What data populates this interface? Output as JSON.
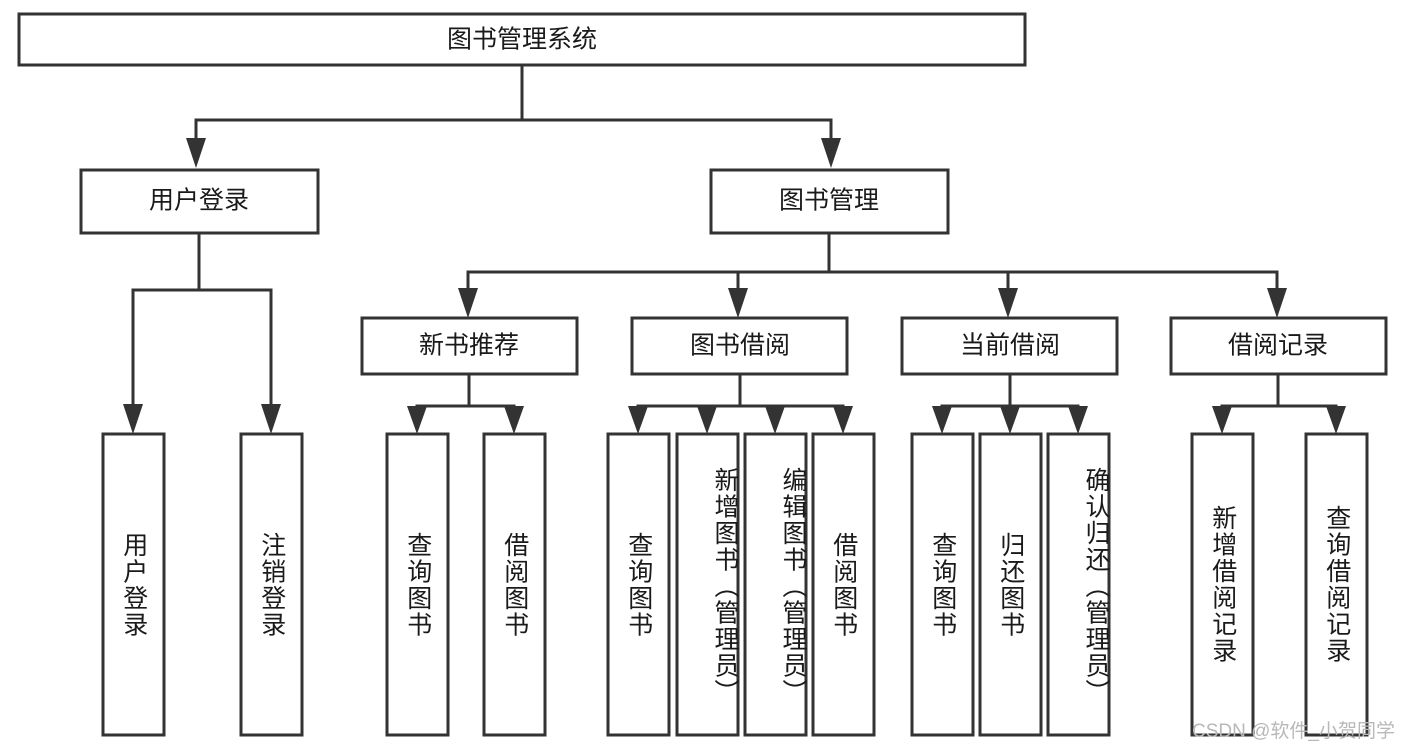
{
  "diagram": {
    "type": "tree-hierarchy",
    "title": "图书管理系统",
    "watermark": "CSDN @软件_小贺同学",
    "colors": {
      "background": "#ffffff",
      "box_stroke": "#333333",
      "box_fill": "#ffffff",
      "text": "#1a1a1a",
      "watermark_text": "#b8b8b8"
    },
    "root": {
      "label": "图书管理系统",
      "orientation": "horizontal"
    },
    "level2": [
      {
        "id": "user-login",
        "label": "用户登录",
        "orientation": "horizontal"
      },
      {
        "id": "book-manage",
        "label": "图书管理",
        "orientation": "horizontal"
      }
    ],
    "level3": [
      {
        "id": "new-book-recommend",
        "label": "新书推荐",
        "orientation": "horizontal",
        "parent": "book-manage"
      },
      {
        "id": "book-borrow",
        "label": "图书借阅",
        "orientation": "horizontal",
        "parent": "book-manage"
      },
      {
        "id": "current-borrow",
        "label": "当前借阅",
        "orientation": "horizontal",
        "parent": "book-manage"
      },
      {
        "id": "borrow-record",
        "label": "借阅记录",
        "orientation": "horizontal",
        "parent": "book-manage"
      }
    ],
    "leaves": [
      {
        "id": "leaf-user-login",
        "label": "用户登录",
        "orientation": "vertical",
        "parent": "user-login"
      },
      {
        "id": "leaf-user-logout",
        "label": "注销登录",
        "orientation": "vertical",
        "parent": "user-login"
      },
      {
        "id": "leaf-query-book-1",
        "label": "查询图书",
        "orientation": "vertical",
        "parent": "new-book-recommend"
      },
      {
        "id": "leaf-borrow-book-1",
        "label": "借阅图书",
        "orientation": "vertical",
        "parent": "new-book-recommend"
      },
      {
        "id": "leaf-query-book-2",
        "label": "查询图书",
        "orientation": "vertical",
        "parent": "book-borrow"
      },
      {
        "id": "leaf-add-book-admin",
        "label": "新增图书（管理员）",
        "orientation": "vertical",
        "parent": "book-borrow"
      },
      {
        "id": "leaf-edit-book-admin",
        "label": "编辑图书（管理员）",
        "orientation": "vertical",
        "parent": "book-borrow"
      },
      {
        "id": "leaf-borrow-book-2",
        "label": "借阅图书",
        "orientation": "vertical",
        "parent": "book-borrow"
      },
      {
        "id": "leaf-query-book-3",
        "label": "查询图书",
        "orientation": "vertical",
        "parent": "current-borrow"
      },
      {
        "id": "leaf-return-book",
        "label": "归还图书",
        "orientation": "vertical",
        "parent": "current-borrow"
      },
      {
        "id": "leaf-confirm-return-admin",
        "label": "确认归还（管理员）",
        "orientation": "vertical",
        "parent": "current-borrow"
      },
      {
        "id": "leaf-add-borrow-record",
        "label": "新增借阅记录",
        "orientation": "vertical",
        "parent": "borrow-record"
      },
      {
        "id": "leaf-query-borrow-record",
        "label": "查询借阅记录",
        "orientation": "vertical",
        "parent": "borrow-record"
      }
    ]
  }
}
